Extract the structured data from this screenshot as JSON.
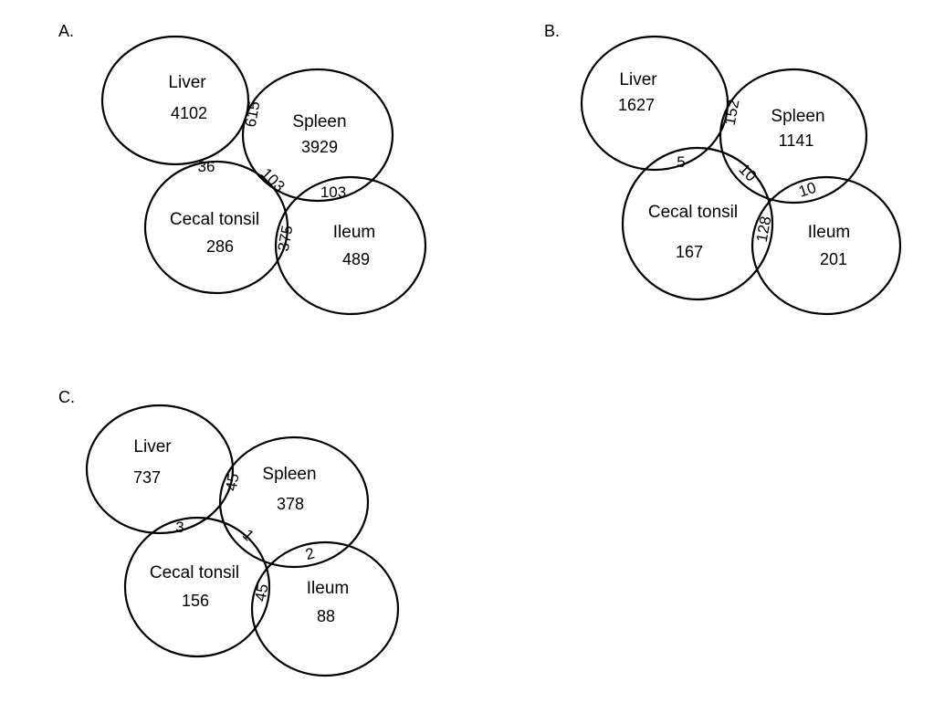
{
  "panels": [
    {
      "label": "A.",
      "sets": [
        {
          "name": "Liver",
          "count": "4102"
        },
        {
          "name": "Spleen",
          "count": "3929"
        },
        {
          "name": "Cecal tonsil",
          "count": "286"
        },
        {
          "name": "Ileum",
          "count": "489"
        }
      ],
      "overlaps": {
        "liver_spleen": "615",
        "liver_cecal": "36",
        "spleen_cecal": "103",
        "spleen_ileum": "103",
        "cecal_ileum": "375"
      }
    },
    {
      "label": "B.",
      "sets": [
        {
          "name": "Liver",
          "count": "1627"
        },
        {
          "name": "Spleen",
          "count": "1141"
        },
        {
          "name": "Cecal tonsil",
          "count": "167"
        },
        {
          "name": "Ileum",
          "count": "201"
        }
      ],
      "overlaps": {
        "liver_spleen": "152",
        "liver_cecal": "5",
        "spleen_cecal": "10",
        "spleen_ileum": "10",
        "cecal_ileum": "128"
      }
    },
    {
      "label": "C.",
      "sets": [
        {
          "name": "Liver",
          "count": "737"
        },
        {
          "name": "Spleen",
          "count": "378"
        },
        {
          "name": "Cecal tonsil",
          "count": "156"
        },
        {
          "name": "Ileum",
          "count": "88"
        }
      ],
      "overlaps": {
        "liver_spleen": "45",
        "liver_cecal": "3",
        "spleen_cecal": "1",
        "spleen_ileum": "2",
        "cecal_ileum": "45"
      }
    }
  ]
}
